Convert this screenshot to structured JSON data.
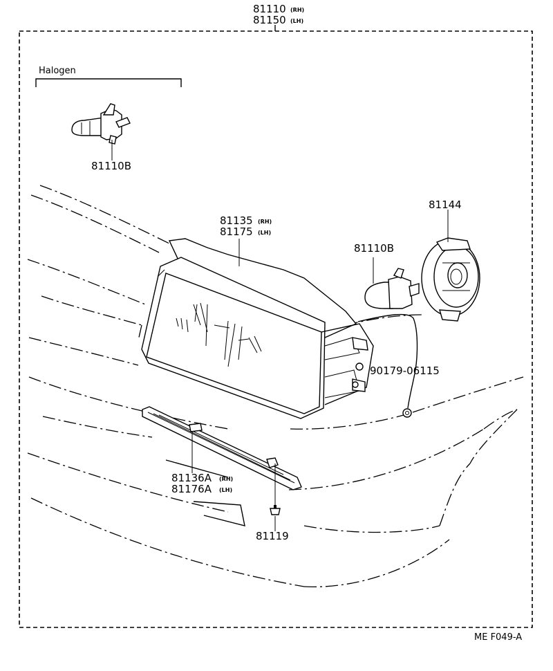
{
  "header": {
    "assembly_rh": "81110",
    "assembly_rh_side": "(RH)",
    "assembly_lh": "81150",
    "assembly_lh_side": "(LH)"
  },
  "halogen_group": {
    "title": "Halogen",
    "bulb_part": "81110B"
  },
  "parts": {
    "lens_rh": "81135",
    "lens_rh_side": "(RH)",
    "lens_lh": "81175",
    "lens_lh_side": "(LH)",
    "bulb": "81110B",
    "socket_cover": "81144",
    "clip": "90179-06115",
    "sidemarker_rh": "81136A",
    "sidemarker_rh_side": "(RH)",
    "sidemarker_lh": "81176A",
    "sidemarker_lh_side": "(LH)",
    "screw": "81119"
  },
  "footer": {
    "diagram_code": "ME F049-A"
  }
}
